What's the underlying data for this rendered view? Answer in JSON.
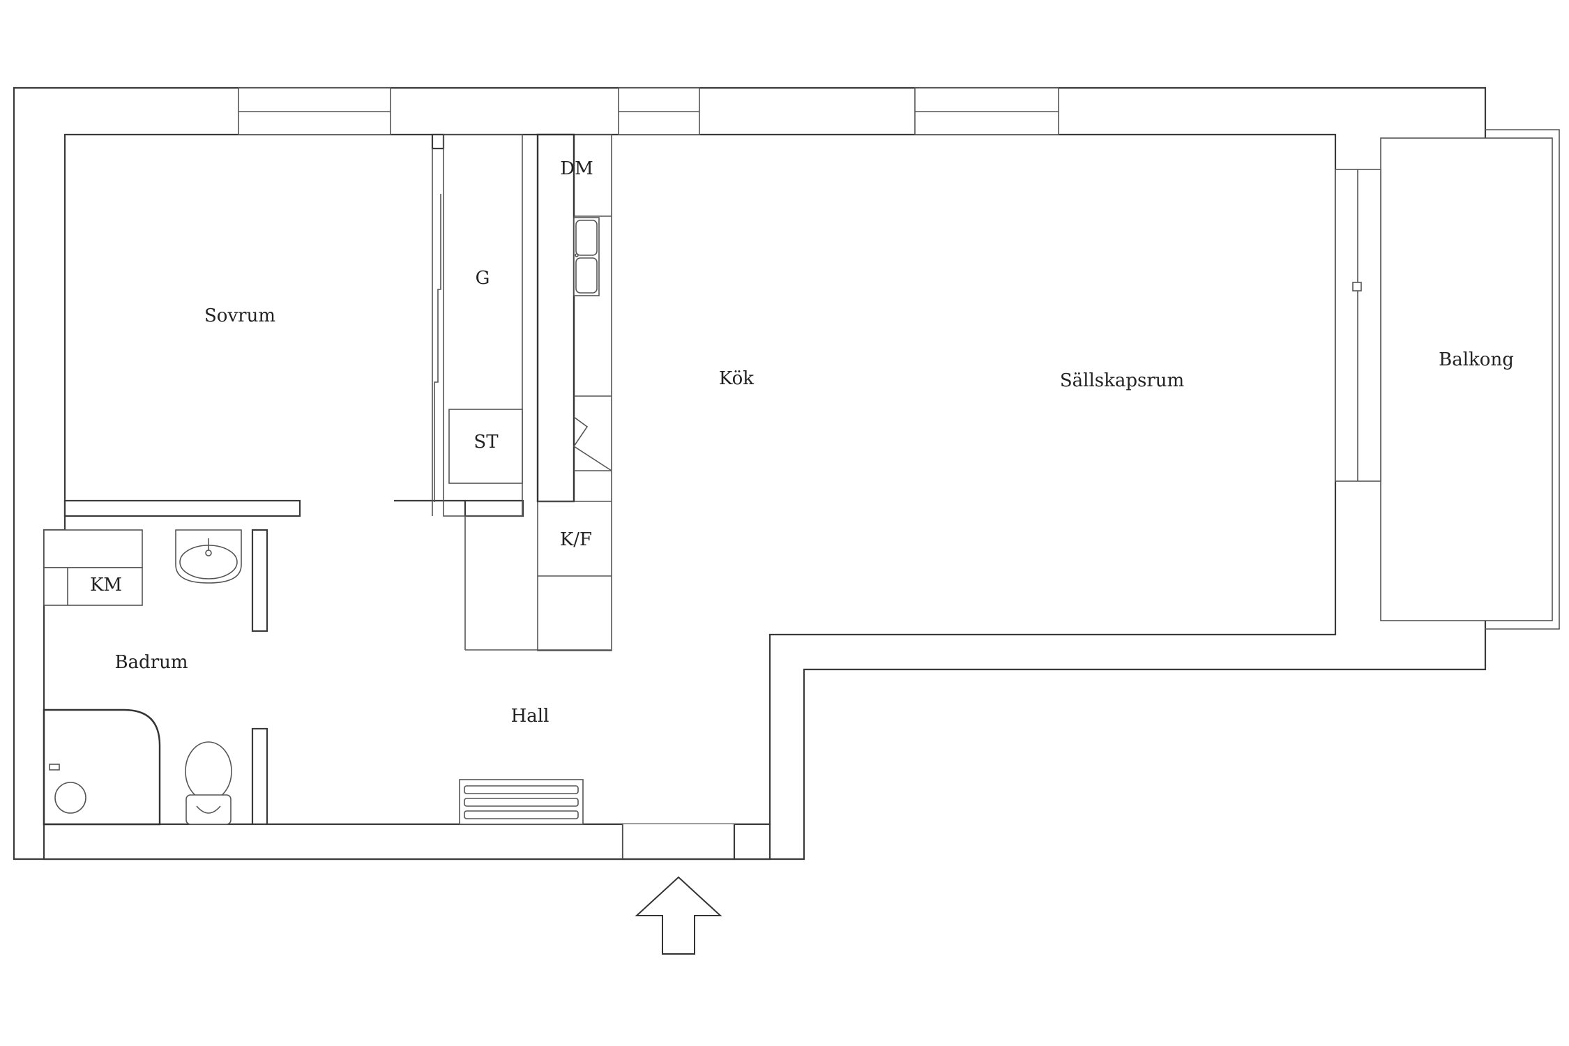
{
  "rooms": {
    "sovrum": "Sovrum",
    "g": "G",
    "st": "ST",
    "dm": "DM",
    "kok": "Kök",
    "sallskapsrum": "Sällskapsrum",
    "balkong": "Balkong",
    "kf": "K/F",
    "km": "KM",
    "badrum": "Badrum",
    "hall": "Hall"
  },
  "icons": {
    "entrance": "entrance-arrow-icon",
    "sink": "sink-icon",
    "toilet": "toilet-icon",
    "shower": "shower-icon",
    "kitchen_sink": "kitchen-sink-icon",
    "radiator": "radiator-icon"
  },
  "colors": {
    "wall_stroke": "#3a3a3a",
    "background": "#ffffff"
  }
}
